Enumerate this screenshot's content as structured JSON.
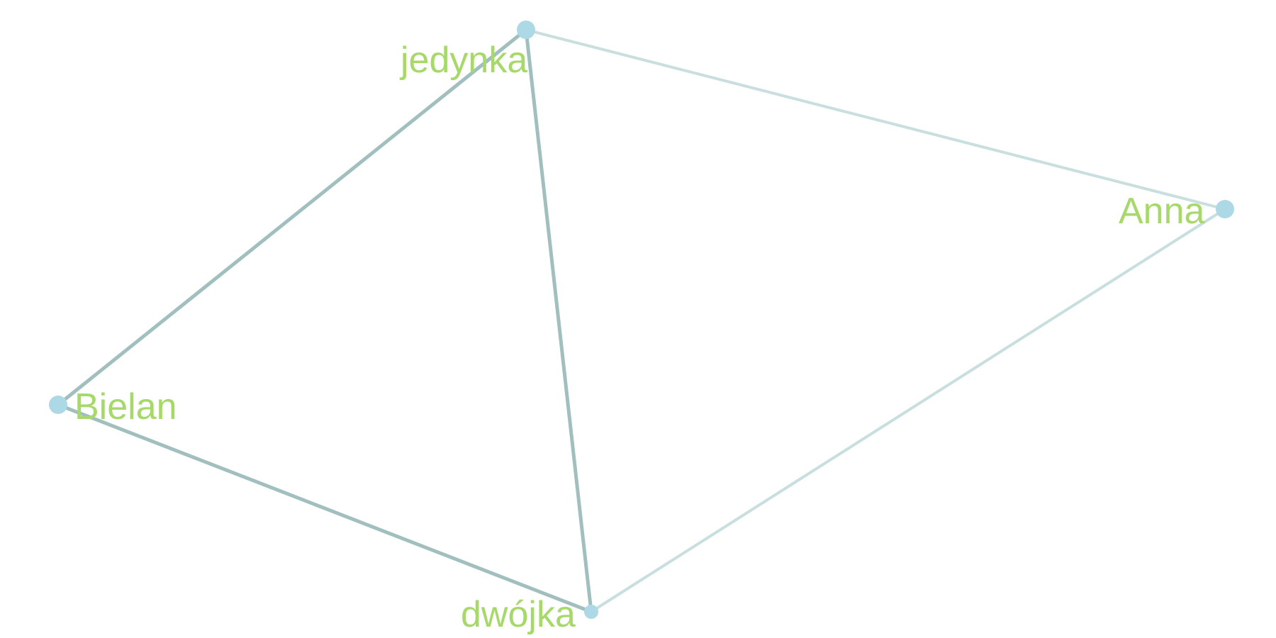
{
  "graph": {
    "colors": {
      "node": "#add8e6",
      "label": "#a6d96a",
      "edge_strong": "#a1bfbf",
      "edge_light": "#c9dede"
    },
    "nodes": [
      {
        "id": "jedynka",
        "label": "jedynka"
      },
      {
        "id": "anna",
        "label": "Anna"
      },
      {
        "id": "bielan",
        "label": "Bielan"
      },
      {
        "id": "dwojka",
        "label": "dwójka"
      }
    ],
    "edges": [
      {
        "source": "jedynka",
        "target": "anna",
        "strength": "light"
      },
      {
        "source": "jedynka",
        "target": "bielan",
        "strength": "strong"
      },
      {
        "source": "jedynka",
        "target": "dwojka",
        "strength": "strong"
      },
      {
        "source": "bielan",
        "target": "dwojka",
        "strength": "strong"
      },
      {
        "source": "dwojka",
        "target": "anna",
        "strength": "light"
      }
    ]
  }
}
